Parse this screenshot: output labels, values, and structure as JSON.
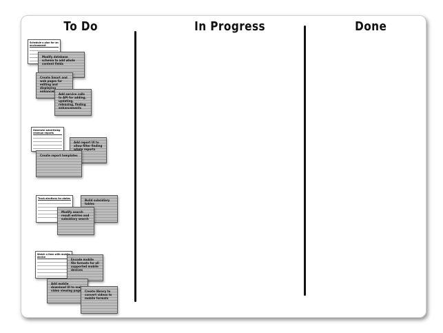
{
  "columns": [
    {
      "id": "todo",
      "title": "To Do"
    },
    {
      "id": "inprogress",
      "title": "In Progress"
    },
    {
      "id": "done",
      "title": "Done"
    }
  ],
  "cards": [
    {
      "id": "s1",
      "kind": "story",
      "title": "Schedule a plan for an environment"
    },
    {
      "id": "t1",
      "kind": "task",
      "text": "Modify database schema to add whole content fields"
    },
    {
      "id": "t2",
      "kind": "task",
      "text": "Create Smart and web pages for editing and displaying enhancements"
    },
    {
      "id": "t3",
      "kind": "task",
      "text": "Add service calls to API for adding, updating, releasing, finding enhancements"
    },
    {
      "id": "s2",
      "kind": "story",
      "title": "Generate advertising revenue reports"
    },
    {
      "id": "t4",
      "kind": "task",
      "text": "Add report UI to allow filter finding whole reports"
    },
    {
      "id": "t5",
      "kind": "task",
      "text": "Create report templates"
    },
    {
      "id": "s3",
      "kind": "story",
      "title": "Track elections for states"
    },
    {
      "id": "t6",
      "kind": "task",
      "text": "Build subsidiary tables"
    },
    {
      "id": "t7",
      "kind": "task",
      "text": "Modify search result entries and subsidiary search"
    },
    {
      "id": "s4",
      "kind": "story",
      "title": "Watch a item with mobile device"
    },
    {
      "id": "t8",
      "kind": "task",
      "text": "Encode mobile file formats for all supported mobile devices"
    },
    {
      "id": "t9",
      "kind": "task",
      "text": "Add mobile download UI to make video viewing page"
    },
    {
      "id": "t10",
      "kind": "task",
      "text": "Create library to convert videos to mobile formats"
    }
  ]
}
